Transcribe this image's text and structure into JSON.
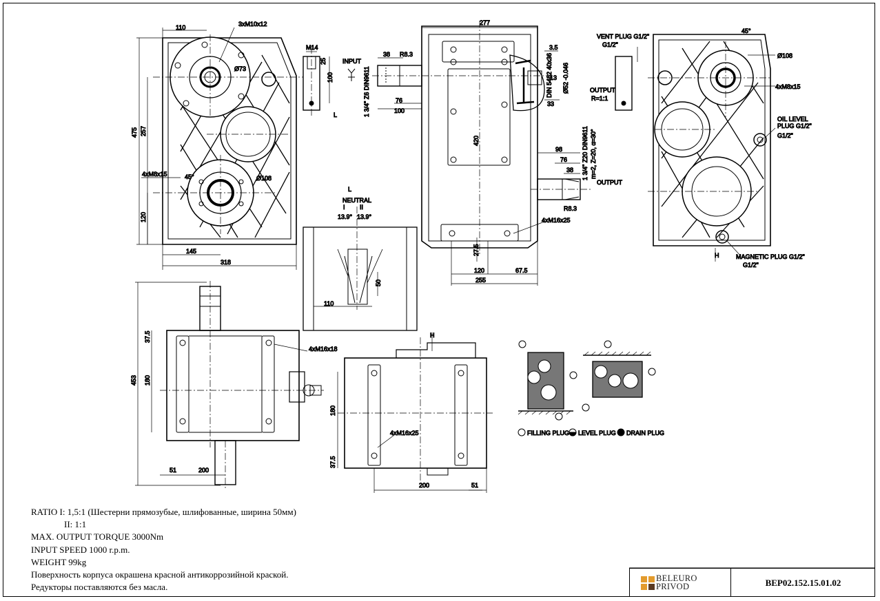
{
  "labels": {
    "top_left": {
      "d110": "110",
      "thread3": "3xM10x12",
      "d73": "Ø73",
      "d475": "475",
      "d257": "257",
      "thread4": "4xM8x15",
      "a45": "45°",
      "d108": "Ø108",
      "d120": "120",
      "d145": "145",
      "d318": "318",
      "m14": "M14",
      "d25": "25",
      "d100v": "100",
      "input": "INPUT",
      "L": "L"
    },
    "top_mid": {
      "d277": "277",
      "d38": "38",
      "r83a": "R8.3",
      "shaft_spec_a": "1 3/4\"  Z6  DIN9611",
      "d76a": "76",
      "d100": "100",
      "d35": "3.5",
      "din5482": "DIN 5482 40x36",
      "d13": "13",
      "d52": "Ø52 -0.046",
      "output_a": "OUTPUT",
      "ratio_out": "R=1:1",
      "d33": "33",
      "d420": "420",
      "d98": "98",
      "din9611b": "DIN9611",
      "shaft_spec_b": "1 3/4\"  Z20",
      "module": "m=2, Z=20, α=30°",
      "d76b": "76",
      "d38b": "38",
      "output_b": "OUTPUT",
      "r83b": "R8.3",
      "thread_m16": "4xM16x25",
      "d27_5": "27.5",
      "d120b": "120",
      "d67_5": "67.5",
      "d255": "255"
    },
    "shift": {
      "L": "L",
      "neutral": "NEUTRAL",
      "pos1": "I",
      "pos2": "II",
      "a1": "13.9°",
      "a2": "13.9°",
      "d50": "50",
      "d110": "110"
    },
    "top_right": {
      "vent": "VENT PLUG G1/2\"",
      "vent_g": "G1/2\"",
      "a45": "45°",
      "d108": "Ø108",
      "thread": "4xM8x15",
      "oil1": "OIL LEVEL",
      "oil2": "PLUG G1/2\"",
      "oil_g": "G1/2\"",
      "H": "H",
      "mag": "MAGNETIC PLUG G1/2\"",
      "mag_g": "G1/2\""
    },
    "bottom_left": {
      "d37_5": "37.5",
      "d453": "453",
      "d180": "180",
      "thread": "4xM16x18",
      "d51": "51",
      "d200": "200"
    },
    "bottom_mid": {
      "H": "H",
      "d180": "180",
      "thread": "4xM16x25",
      "d37_5": "37.5",
      "d200": "200",
      "d51": "51"
    },
    "legend": {
      "filling": "FILLING PLUG",
      "level": "LEVEL PLUG",
      "drain": "DRAIN PLUG"
    }
  },
  "notes": {
    "ratio1": "RATIO  I: 1,5:1 (Шестерни прямозубые, шлифованные, ширина 50мм)",
    "ratio2": "II: 1:1",
    "torque": "MAX. OUTPUT TORQUE 3000Nm",
    "speed": "INPUT SPEED 1000 r.p.m.",
    "weight": "WEIGHT 99kg",
    "paint": "Поверхность корпуса окрашена красной антикоррозийной краской.",
    "oil": "Редукторы поставляются без масла."
  },
  "title_block": {
    "logo_line1": "BELEURO",
    "logo_line2": "PRIVOD",
    "drawing_number": "BEP02.152.15.01.02",
    "logo_colors": [
      "#e39b2d",
      "#5a3a22"
    ]
  }
}
